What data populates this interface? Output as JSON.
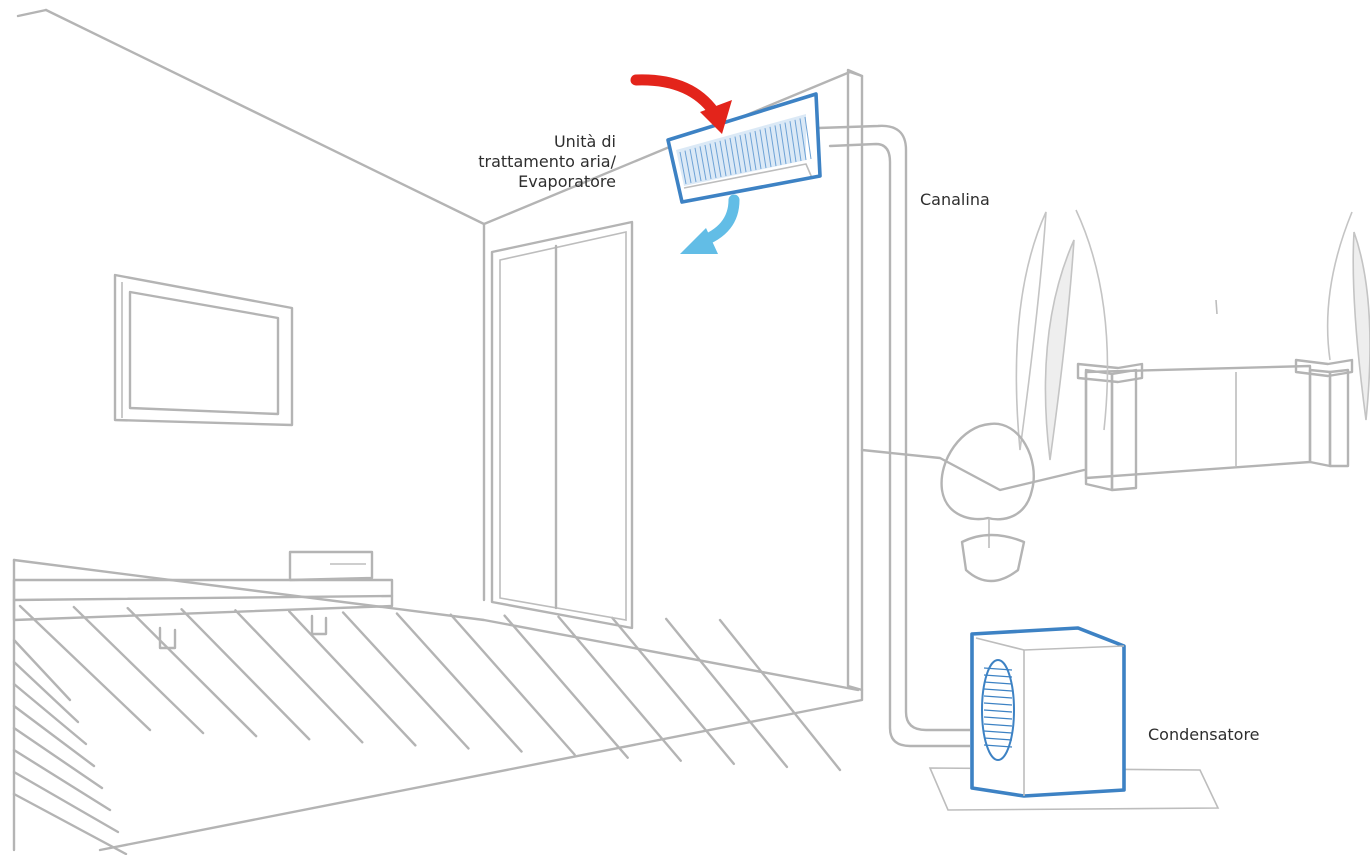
{
  "labels": {
    "evaporator_line1": "Unità di",
    "evaporator_line2": "trattamento aria/",
    "evaporator_line3": "Evaporatore",
    "duct": "Canalina",
    "condenser": "Condensatore"
  },
  "colors": {
    "outline": "#b4b4b4",
    "unit_outline": "#3d82c4",
    "warm_air_arrow": "#e3241b",
    "cool_air_arrow": "#62bde6"
  }
}
